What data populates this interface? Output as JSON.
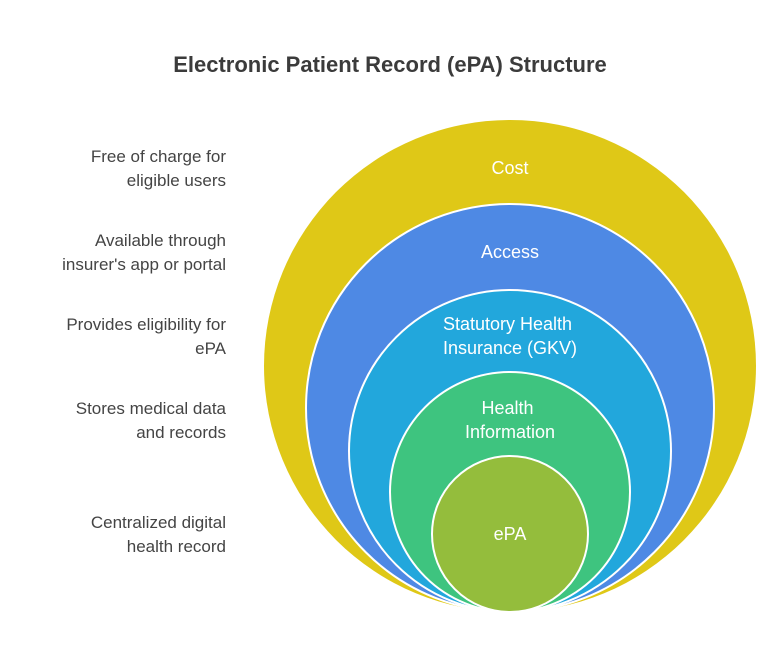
{
  "title": "Electronic Patient Record (ePA) Structure",
  "colors": {
    "cost": "#dfc817",
    "access": "#4e89e4",
    "gkv": "#22a7dc",
    "health_information": "#3ec47f",
    "epa": "#94bd3c",
    "ring_stroke": "#ffffff",
    "text": "#444444"
  },
  "layers": [
    {
      "id": "cost",
      "label_lines": [
        "Cost"
      ],
      "description_lines": [
        "Free of charge for",
        "eligible users"
      ]
    },
    {
      "id": "access",
      "label_lines": [
        "Access"
      ],
      "description_lines": [
        "Available through",
        "insurer's app or portal"
      ]
    },
    {
      "id": "gkv",
      "label_lines": [
        "Statutory Health",
        "Insurance (GKV)"
      ],
      "description_lines": [
        "Provides eligibility for",
        "ePA"
      ]
    },
    {
      "id": "health_information",
      "label_lines": [
        "Health",
        "Information"
      ],
      "description_lines": [
        "Stores medical data",
        "and records"
      ]
    },
    {
      "id": "epa",
      "label_lines": [
        "ePA"
      ],
      "description_lines": [
        "Centralized digital",
        "health record"
      ]
    }
  ]
}
